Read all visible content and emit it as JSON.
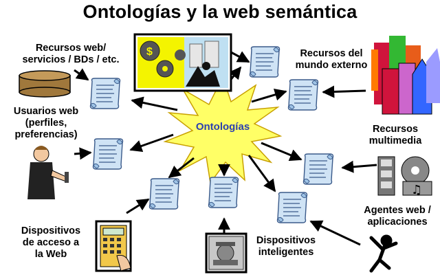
{
  "title": "Ontologías y la web semántica",
  "center": {
    "label": "Ontologías",
    "fill": "#ffff66",
    "text_color": "#2b3fb0"
  },
  "sources": [
    {
      "id": "recursos-web",
      "label": [
        "Recursos web/",
        "servicios / BDs / etc."
      ]
    },
    {
      "id": "recursos-mundo",
      "label": [
        "Recursos del",
        "mundo externo"
      ]
    },
    {
      "id": "usuarios-web",
      "label": [
        "Usuarios web",
        "(perfiles,",
        "preferencias)"
      ]
    },
    {
      "id": "recursos-multimedia",
      "label": [
        "Recursos",
        "multimedia"
      ]
    },
    {
      "id": "agentes-web",
      "label": [
        "Agentes web /",
        "aplicaciones"
      ]
    },
    {
      "id": "dispositivos-acceso",
      "label": [
        "Dispositivos",
        "de acceso a",
        "la Web"
      ]
    },
    {
      "id": "dispositivos-inteligentes",
      "label": [
        "Dispositivos",
        "inteligentes"
      ]
    }
  ],
  "colors": {
    "scroll": "#cfe3f5",
    "scroll_line": "#3a5a8a",
    "cylinder": "#a0783c",
    "arrow": "#000000"
  },
  "icons": [
    "database-icon",
    "business-clipart-icon",
    "buildings-icon",
    "user-phone-icon",
    "multimedia-icon",
    "dancing-agent-icon",
    "calculator-device-icon",
    "smart-device-icon",
    "document-scroll-icon"
  ]
}
